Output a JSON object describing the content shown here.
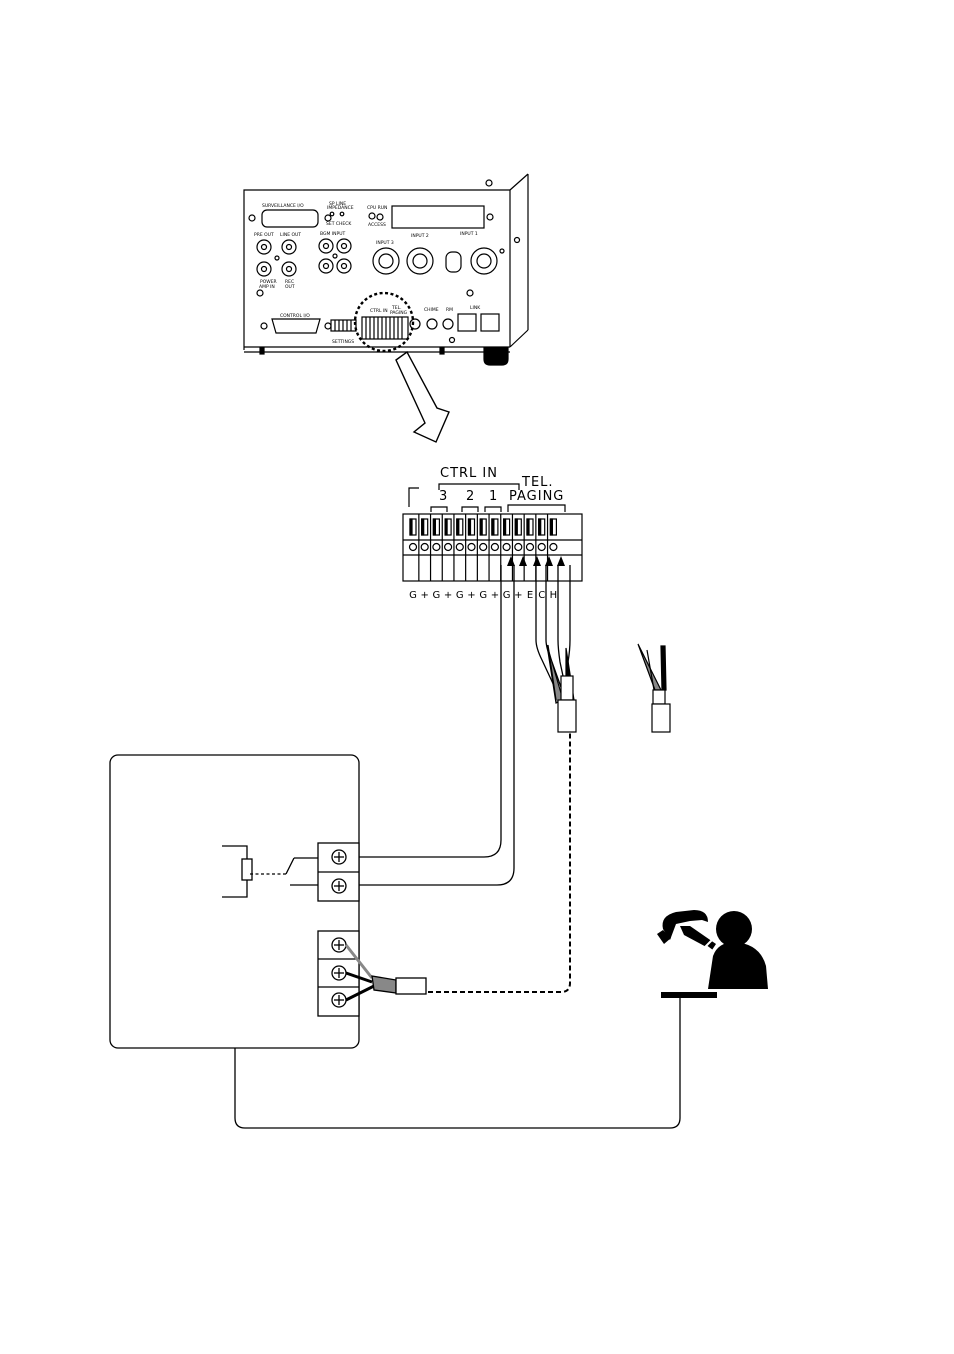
{
  "panel": {
    "surveillance_io": "SURVEILLANCE I/O",
    "sp_line_impedance": [
      "SP LINE",
      "IMPEDANCE",
      "SET  CHECK"
    ],
    "cpu_run": "CPU RUN",
    "access": "ACCESS",
    "pre_out": "PRE OUT",
    "line_out": "LINE OUT",
    "power_amp_in": [
      "POWER",
      "AMP IN"
    ],
    "rec_out": [
      "REC",
      "OUT"
    ],
    "bgm_input": "BGM INPUT",
    "input_3": "INPUT 3",
    "input_2": "INPUT 2",
    "input_1": "INPUT 1",
    "control_io": "CONTROL I/O",
    "settings": "SETTINGS",
    "ctrl_in_small": "CTRL IN",
    "tel_paging_small": [
      "TEL.",
      "PAGING"
    ],
    "chime": "CHIME",
    "rm": "RM",
    "link": "LINK"
  },
  "terminal": {
    "ctrl_in_label": "CTRL IN",
    "tel_label": "TEL.",
    "paging_label": "PAGING",
    "channels": [
      "3",
      "2",
      "1"
    ],
    "pin_labels": [
      "G",
      "+",
      "G",
      "+",
      "G",
      "+",
      "G",
      "+",
      "G",
      "+",
      "E",
      "C",
      "H"
    ]
  },
  "icons": [
    "zoom-arrow-icon",
    "telephone-user-icon",
    "relay-contact-icon",
    "screw-terminal-icon"
  ],
  "colors": {
    "line": "#000000",
    "cable_fill": "#ffffff",
    "shield": "#888888"
  }
}
